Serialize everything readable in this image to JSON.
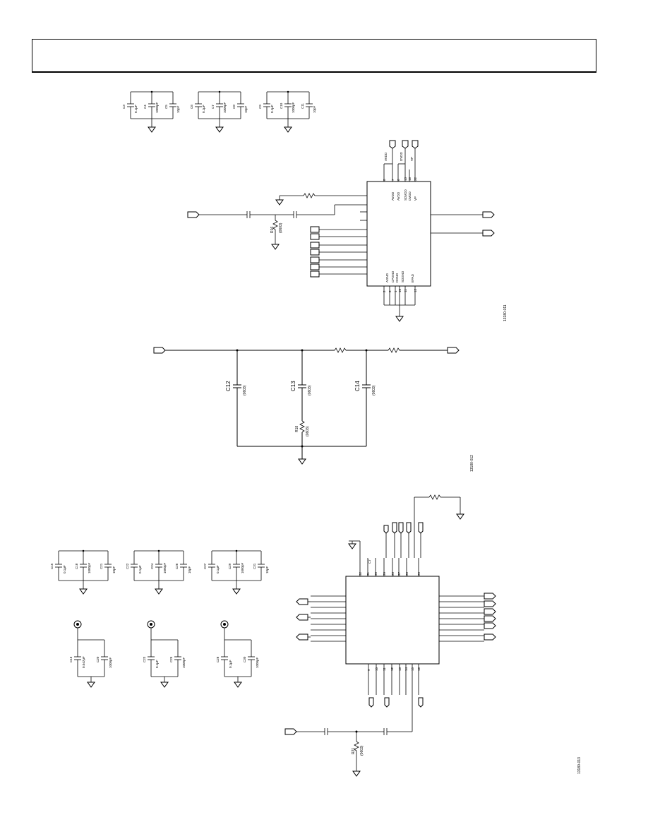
{
  "figures": [
    {
      "id": "13180-011"
    },
    {
      "id": "13180-012"
    },
    {
      "id": "13180-013"
    }
  ],
  "fig1": {
    "decoupling": [
      {
        "parts": [
          "C3",
          "C4",
          "C5"
        ],
        "values": [
          "0.1µF",
          "1000pF",
          "10pF"
        ]
      },
      {
        "parts": [
          "C6",
          "C7",
          "C8"
        ],
        "values": [
          "0.1µF",
          "1000pF",
          "10pF"
        ]
      },
      {
        "parts": [
          "C9",
          "C10",
          "C11"
        ],
        "values": [
          "0.1µF",
          "1000pF",
          "10pF"
        ]
      }
    ],
    "top_nets": [
      "AVDD",
      "DVDD",
      "VP"
    ],
    "pins_top": [
      "8",
      "7",
      "6",
      "13",
      "16",
      "22"
    ],
    "pin_names_top": [
      "AVDD",
      "AVDD",
      "SDVDD",
      "DVDD",
      "VP"
    ],
    "pins_bottom": [
      "2",
      "3",
      "1",
      "10",
      "11",
      "12"
    ],
    "pin_names_bottom": [
      "AGND",
      "CPGND",
      "DGND",
      "SDGND",
      "EPAD"
    ],
    "resistor": "R16",
    "resistor_value": "(0603)"
  },
  "fig2": {
    "caps": [
      {
        "name": "C12",
        "value": "(0603)"
      },
      {
        "name": "C13",
        "value": "(0603)"
      },
      {
        "name": "C14",
        "value": "(0603)"
      }
    ],
    "resistor": "R18",
    "resistor_value": "(0603)"
  },
  "fig3": {
    "decoupling": [
      {
        "parts": [
          "C15",
          "C18",
          "C21"
        ],
        "values": [
          "0.1µF",
          "1000pF",
          "10pF"
        ]
      },
      {
        "parts": [
          "C22",
          "C24",
          "C26"
        ],
        "values": [
          "0.1µF",
          "1000pF",
          "10pF"
        ]
      },
      {
        "parts": [
          "C27",
          "C29",
          "C31"
        ],
        "values": [
          "0.1µF",
          "1000pF",
          "10pF"
        ]
      }
    ],
    "bulk": [
      {
        "parts": [
          "C16",
          "C20"
        ],
        "values": [
          "0.047µF",
          "1000pF"
        ]
      },
      {
        "parts": [
          "C23",
          "C25"
        ],
        "values": [
          "0.1µF",
          "1000pF"
        ]
      },
      {
        "parts": [
          "C28",
          "C30"
        ],
        "values": [
          "0.1µF",
          "1000pF"
        ]
      }
    ],
    "pins_top": [
      "32",
      "31",
      "30",
      "29",
      "28",
      "27",
      "26",
      "25"
    ],
    "pins_bottom": [
      "9",
      "10",
      "11",
      "12",
      "13",
      "14",
      "15",
      "16"
    ],
    "cap_c7": "C7",
    "resistor": "R21",
    "resistor_value": "(0603)"
  }
}
